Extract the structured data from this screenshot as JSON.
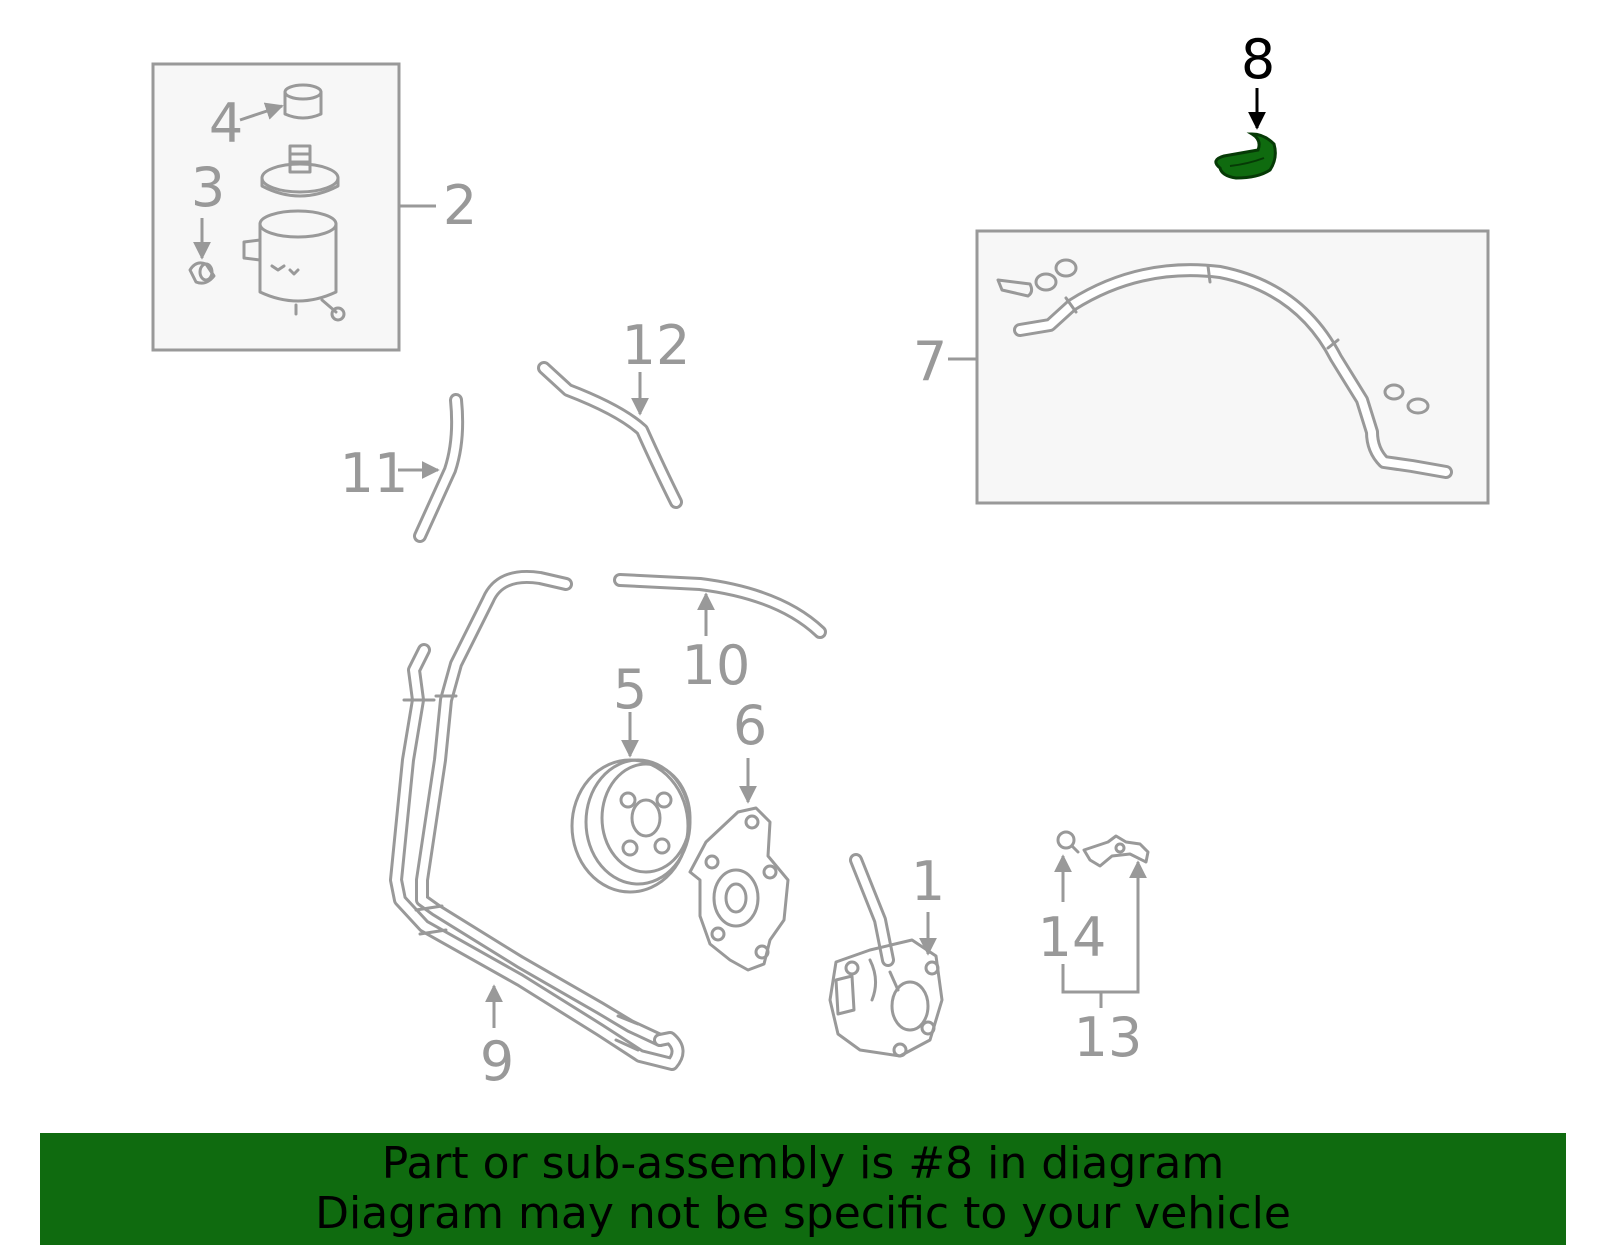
{
  "diagram": {
    "labels": {
      "l1": "1",
      "l2": "2",
      "l3": "3",
      "l4": "4",
      "l5": "5",
      "l6": "6",
      "l7": "7",
      "l8": "8",
      "l9": "9",
      "l10": "10",
      "l11": "11",
      "l12": "12",
      "l13": "13",
      "l14": "14"
    },
    "highlighted_part": "8",
    "colors": {
      "highlight": "#0f6b0f",
      "parts": "#999999",
      "banner": "#0f6b0f"
    }
  },
  "banner": {
    "line1": "Part or sub-assembly is #8 in diagram",
    "line2": "Diagram may not be specific to your vehicle"
  }
}
